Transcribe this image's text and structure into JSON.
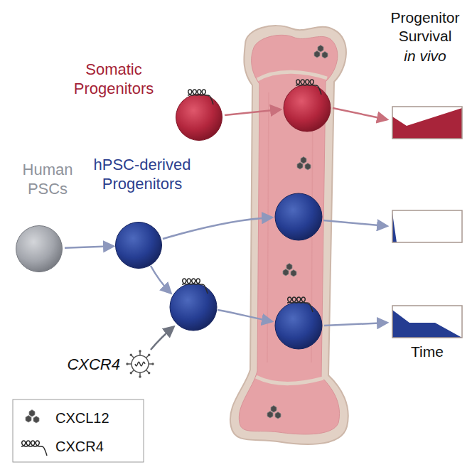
{
  "diagram": {
    "nodes": [
      {
        "text": [
          "Somatic Progenitors"
        ]
      },
      {
        "text": [
          "Human PSCs"
        ]
      },
      {
        "text": [
          "hPSC-derived Progenitors"
        ]
      },
      {
        "text": [
          "CXCR4"
        ]
      }
    ],
    "edges": [
      {
        "from": 1,
        "to": 2,
        "arrow": "to"
      }
    ],
    "labels": [
      "Progenitor Survival",
      "in vivo",
      "Time"
    ],
    "legend": [
      {
        "text": "CXCL12"
      },
      {
        "text": "CXCR4"
      }
    ]
  }
}
